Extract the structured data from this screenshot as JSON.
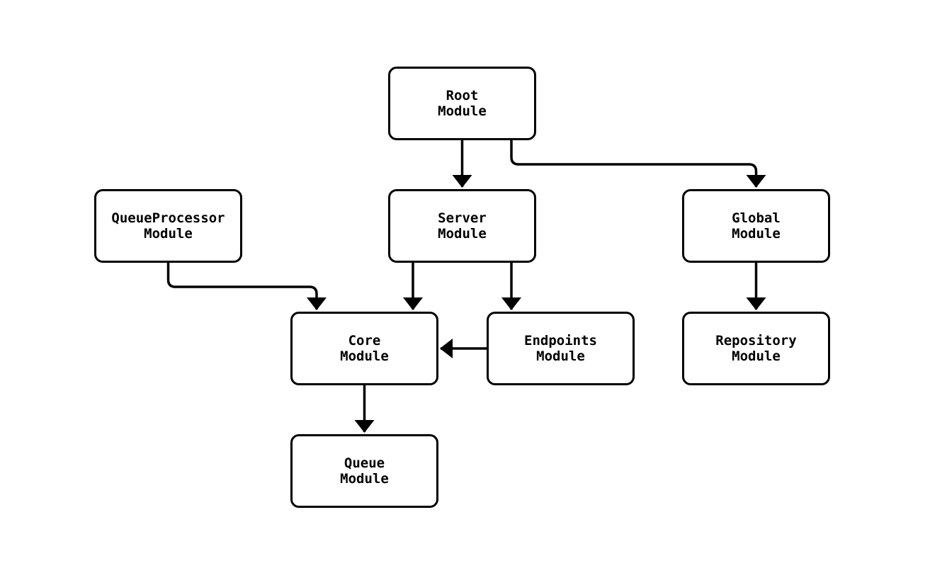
{
  "diagram": {
    "type": "flowchart",
    "background_color": "#ffffff",
    "node_fill_color": "#ffffff",
    "line_color": "#000000",
    "text_color": "#000000",
    "nodes": {
      "root": {
        "label": "Root\nModule"
      },
      "queueprocessor": {
        "label": "QueueProcessor\nModule"
      },
      "server": {
        "label": "Server\nModule"
      },
      "global": {
        "label": "Global\nModule"
      },
      "core": {
        "label": "Core\nModule"
      },
      "endpoints": {
        "label": "Endpoints\nModule"
      },
      "repository": {
        "label": "Repository\nModule"
      },
      "queue": {
        "label": "Queue\nModule"
      }
    },
    "edges": [
      {
        "from": "Root Module",
        "to": "Server Module"
      },
      {
        "from": "Root Module",
        "to": "Global Module"
      },
      {
        "from": "QueueProcessor Module",
        "to": "Core Module"
      },
      {
        "from": "Server Module",
        "to": "Core Module"
      },
      {
        "from": "Server Module",
        "to": "Endpoints Module"
      },
      {
        "from": "Endpoints Module",
        "to": "Core Module"
      },
      {
        "from": "Global Module",
        "to": "Repository Module"
      },
      {
        "from": "Core Module",
        "to": "Queue Module"
      }
    ]
  }
}
